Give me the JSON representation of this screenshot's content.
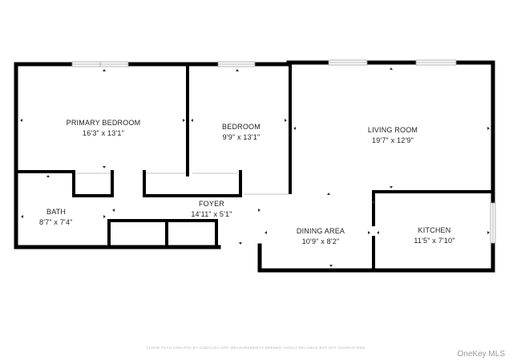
{
  "rooms": {
    "primary_bedroom": {
      "name": "PRIMARY BEDROOM",
      "dims": "16'3\" x 13'1\""
    },
    "bedroom": {
      "name": "BEDROOM",
      "dims": "9'9\" x 13'1\""
    },
    "living_room": {
      "name": "LIVING ROOM",
      "dims": "19'7\" x 12'9\""
    },
    "bath": {
      "name": "BATH",
      "dims": "8'7\" x 7'4\""
    },
    "foyer": {
      "name": "FOYER",
      "dims": "14'11\" x 5'1\""
    },
    "dining_area": {
      "name": "DINING AREA",
      "dims": "10'9\" x 8'2\""
    },
    "kitchen": {
      "name": "KITCHEN",
      "dims": "11'5\" x 7'10\""
    }
  },
  "footer_note": "FLOOR PLAN CREATED BY CUBICASA APP. MEASUREMENTS DEEMED HIGHLY RELIABLE BUT NOT GUARANTEED.",
  "watermark": "OneKey MLS",
  "colors": {
    "wall": "#000000",
    "window": "#9e9e9e",
    "text": "#222222"
  }
}
